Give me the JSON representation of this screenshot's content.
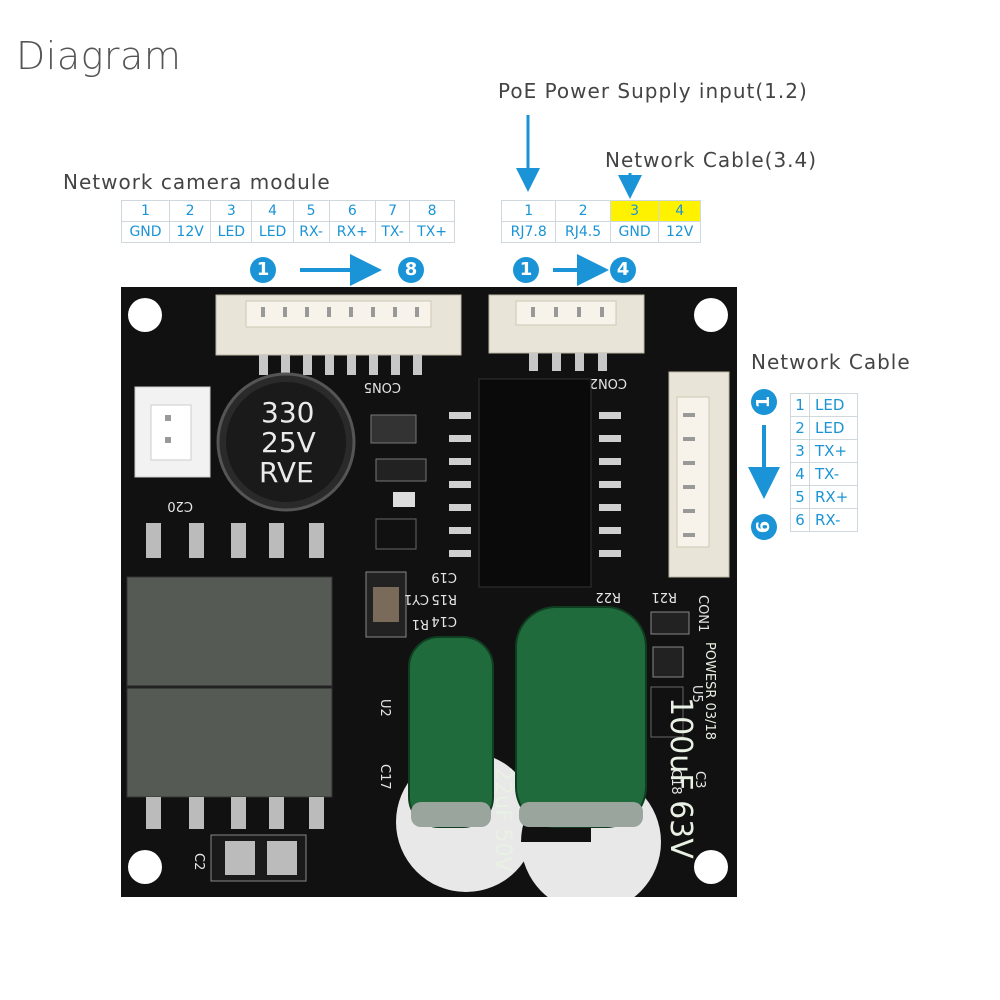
{
  "title": "Diagram",
  "labels": {
    "camera_module": "Network camera module",
    "poe_input": "PoE Power Supply input(1.2)",
    "network_cable_34": "Network Cable(3.4)",
    "network_cable": "Network Cable"
  },
  "camera_pins": {
    "numbers": [
      "1",
      "2",
      "3",
      "4",
      "5",
      "6",
      "7",
      "8"
    ],
    "names": [
      "GND",
      "12V",
      "LED",
      "LED",
      "RX-",
      "RX+",
      "TX-",
      "TX+"
    ]
  },
  "poe_pins": {
    "numbers": [
      "1",
      "2",
      "3",
      "4"
    ],
    "names": [
      "RJ7.8",
      "RJ4.5",
      "GND",
      "12V"
    ],
    "highlight_color": "#fff200"
  },
  "cable_pins": {
    "numbers": [
      "1",
      "2",
      "3",
      "4",
      "5",
      "6"
    ],
    "names": [
      "LED",
      "LED",
      "TX+",
      "TX-",
      "RX+",
      "RX-"
    ]
  },
  "markers": {
    "cam_start": "1",
    "cam_end": "8",
    "poe_start": "1",
    "poe_end": "4",
    "cable_start": "1",
    "cable_end": "6"
  },
  "board_silkscreen": {
    "con5": "CON5",
    "con2": "CON2",
    "con1": "CON1",
    "c20": "C20",
    "c2": "C2",
    "cy1": "CY1",
    "r1": "R1",
    "c19": "C19",
    "r15": "R15",
    "c14": "C14",
    "r22": "R22",
    "r21": "R21",
    "u2": "U2",
    "u5": "U5",
    "c17": "C17",
    "c18": "C18",
    "c3": "C3",
    "cap_big_1": "330",
    "cap_big_2": "25V",
    "cap_big_3": "RVE",
    "cap_small": "22uF 50V",
    "cap_large": "100uF 63V",
    "cap_brand": "POWESR 03/18"
  },
  "colors": {
    "accent": "#1a94d6",
    "board": "#111111",
    "cap_green": "#1f6b3c"
  }
}
